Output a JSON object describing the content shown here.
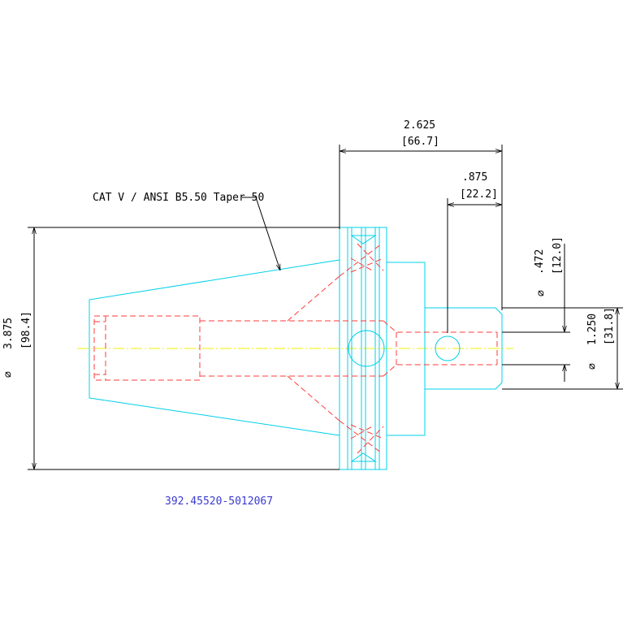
{
  "dimensions": {
    "overall_length": {
      "inch": "2.625",
      "mm": "[66.7]"
    },
    "shank_length": {
      "inch": ".875",
      "mm": "[22.2]"
    },
    "bore_diameter": {
      "symbol": "⌀",
      "inch": ".472",
      "mm": "[12.0]"
    },
    "nose_diameter": {
      "symbol": "⌀",
      "inch": "1.250",
      "mm": "[31.8]"
    },
    "flange_diameter": {
      "symbol": "⌀",
      "inch": "3.875",
      "mm": "[98.4]"
    }
  },
  "callout": {
    "text": "CAT V / ANSI B5.50 Taper 50"
  },
  "part_number": "392.45520-5012067",
  "colors": {
    "outline": "#00d0e8",
    "hidden_lines": "#ff3b3b",
    "centerline": "#f0f000",
    "dimension_lines": "#000000",
    "part_number_text": "#3a3ad0"
  }
}
